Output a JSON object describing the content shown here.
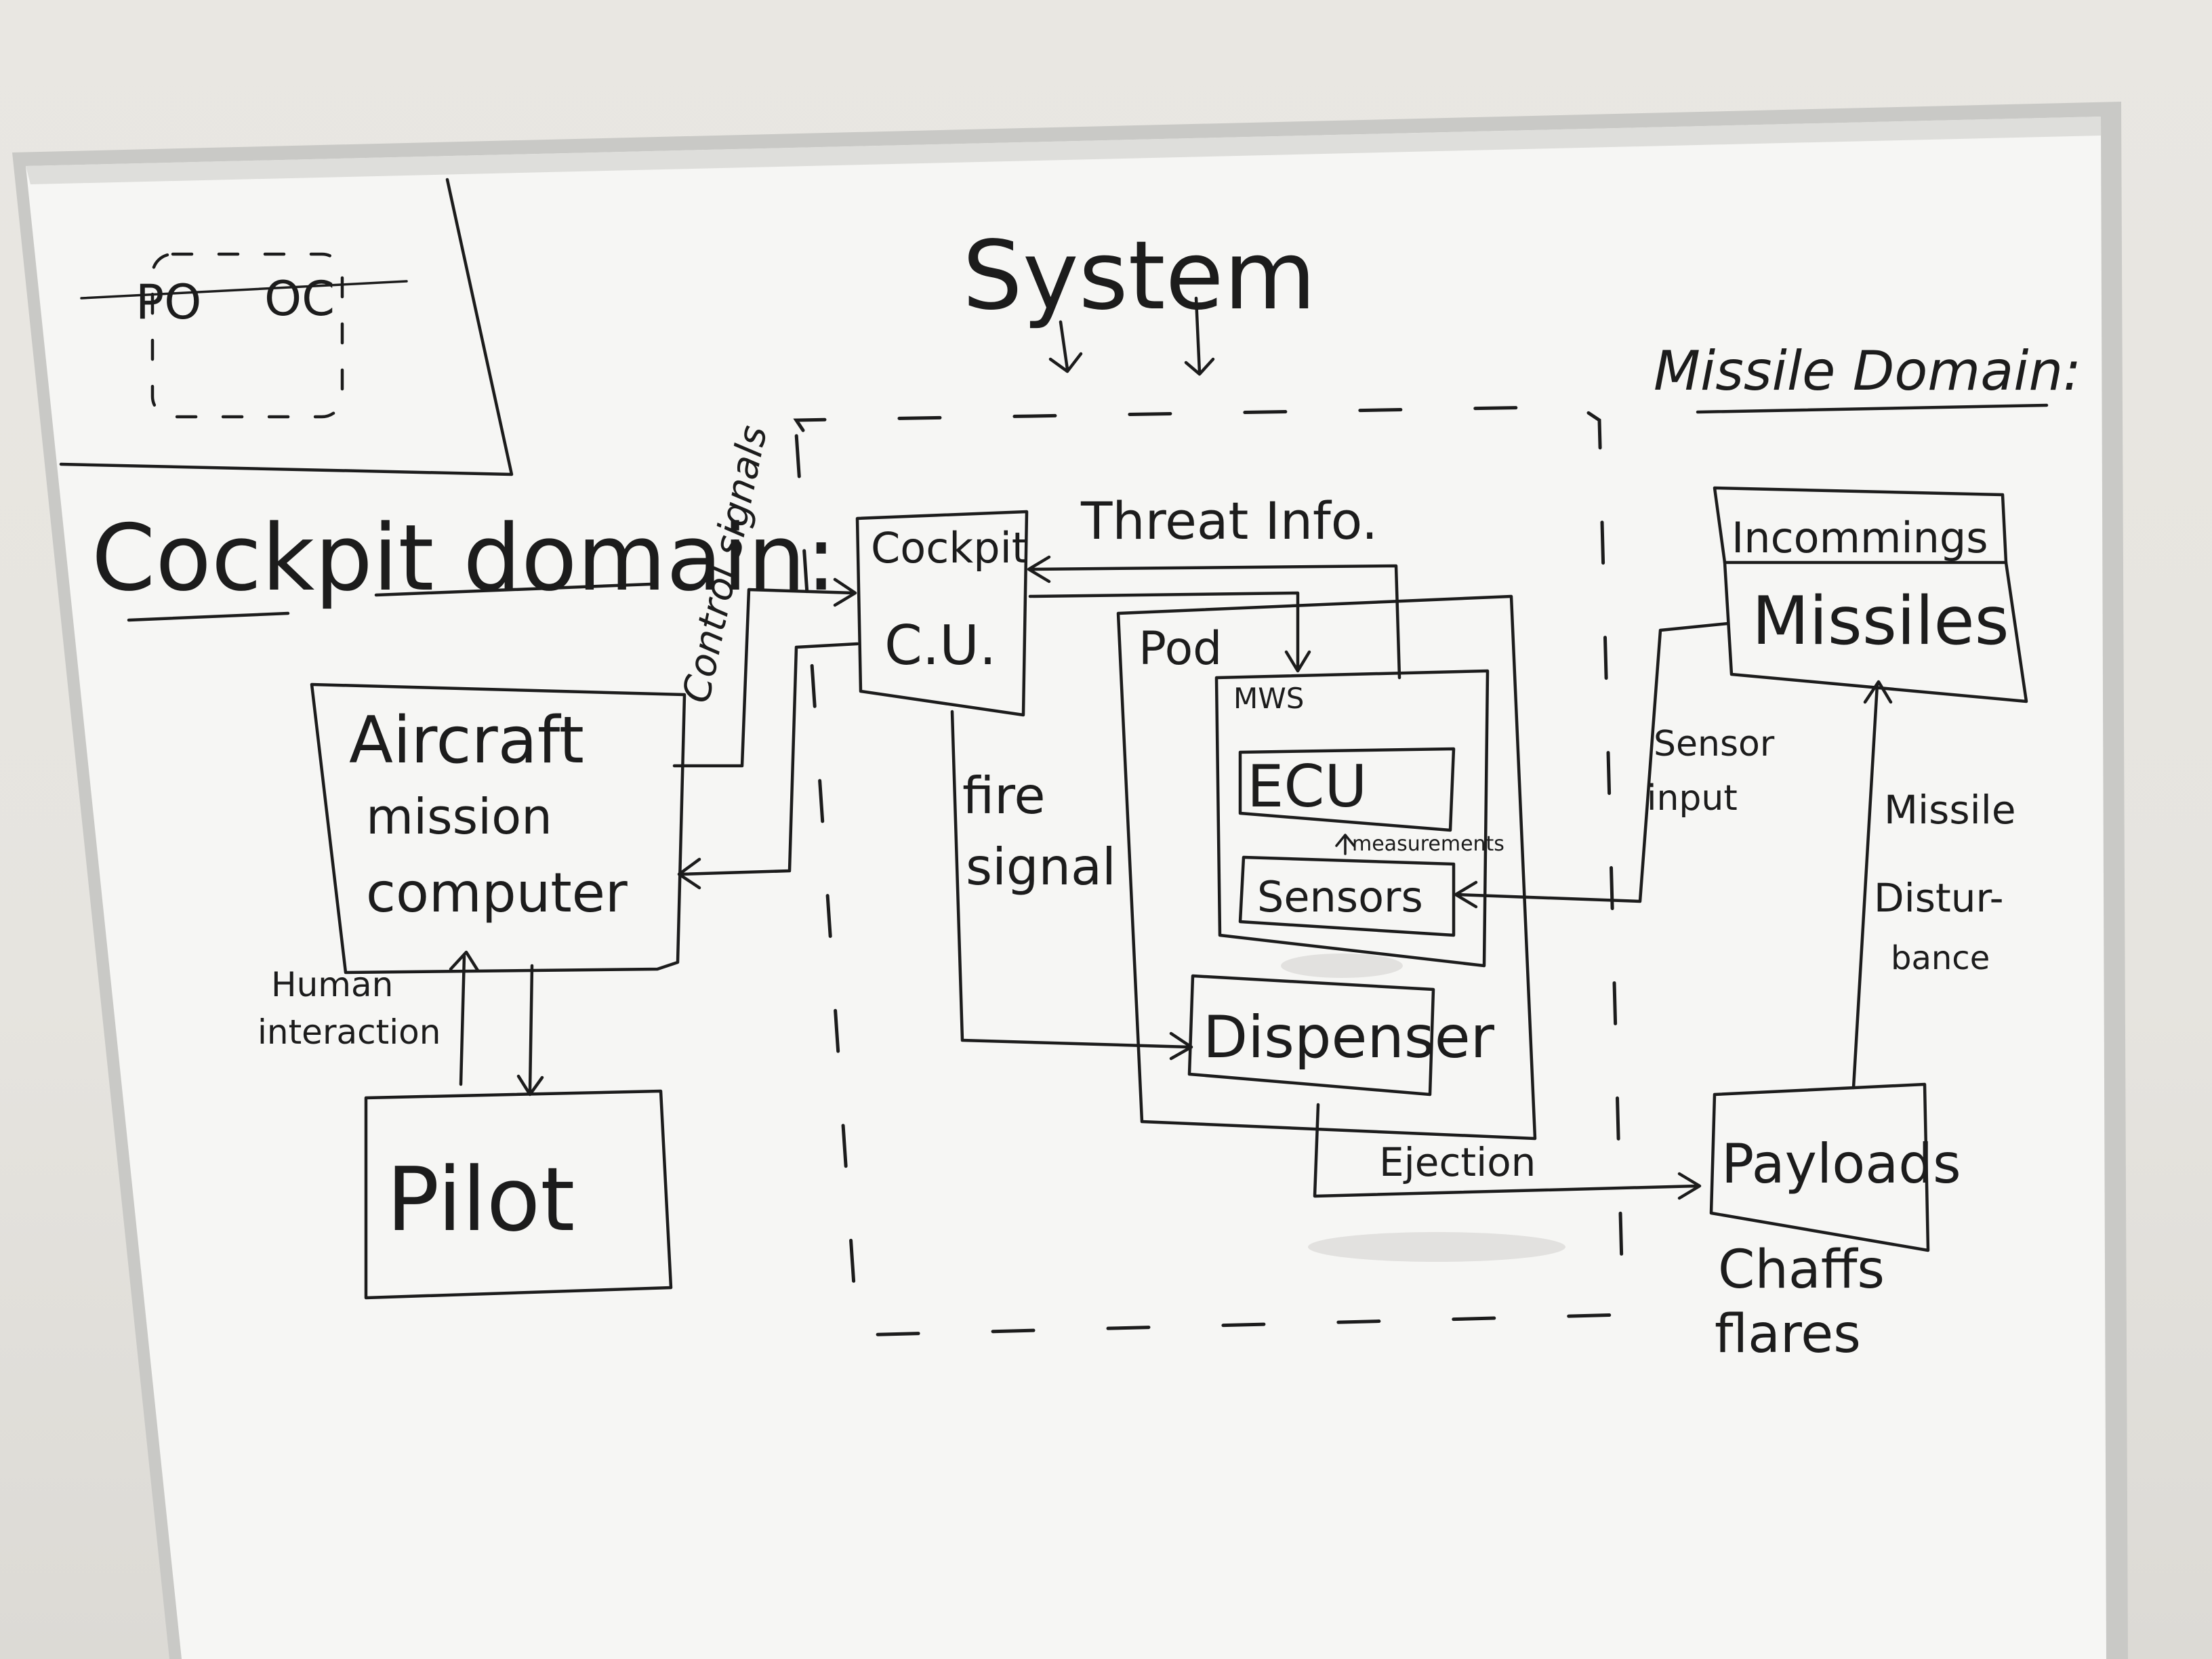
{
  "whiteboard": {
    "title": "System",
    "cockpit_domain": "Cockpit domain:",
    "missile_domain": "Missile Domain:",
    "sketch_labels": [
      "PO",
      "OC"
    ],
    "boxes": {
      "aircraft_mission_computer": [
        "Aircraft",
        "mission",
        "computer"
      ],
      "pilot": "Pilot",
      "cockpit_cu": [
        "Cockpit",
        "C.U."
      ],
      "pod": "Pod",
      "mws": "MWS",
      "ecu": "ECU",
      "sensors": "Sensors",
      "dispenser": "Dispenser",
      "incoming": "Incommings",
      "missiles": "Missiles",
      "payloads": "Payloads"
    },
    "arrows": {
      "control_signals": "Control signals",
      "human_interaction": [
        "Human",
        "interaction"
      ],
      "threat_info": "Threat Info.",
      "fire_signal": [
        "fire",
        "signal"
      ],
      "measurements": "measurements",
      "sensor_input": [
        "Sensor",
        "input"
      ],
      "missile_disturbance": [
        "Missile",
        "Distur-",
        "bance"
      ],
      "ejection": "Ejection"
    },
    "payload_types": [
      "Chaffs",
      "flares"
    ]
  }
}
